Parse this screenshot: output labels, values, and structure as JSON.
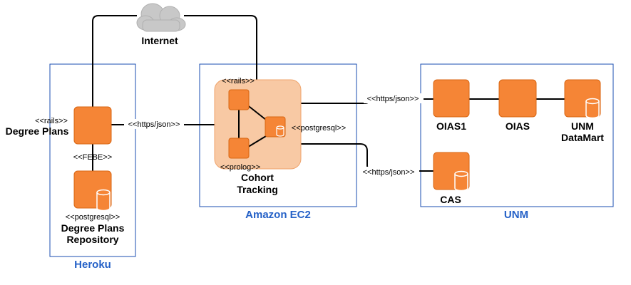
{
  "colors": {
    "node_fill": "#f58536",
    "node_stroke": "#d86613",
    "container_fill": "#f8c9a4",
    "container_stroke": "#efa46c",
    "group_border": "#1a4db2",
    "group_title": "#2561c7",
    "edge": "#000000",
    "cloud_fill": "#c8c8c8"
  },
  "groups": {
    "heroku": "Heroku",
    "ec2": "Amazon EC2",
    "unm": "UNM"
  },
  "internet": {
    "label": "Internet",
    "icon": "cloud-icon"
  },
  "nodes": {
    "degree_plans": {
      "stereotype": "<<rails>>",
      "label": "Degree Plans"
    },
    "febe": "<<FEBE>>",
    "degree_plans_repo": {
      "stereotype": "<<postgresql>>",
      "line1": "Degree Plans",
      "line2": "Repository",
      "icon": "database-icon"
    },
    "cohort": {
      "rails": "<<rails>>",
      "prolog": "<<prolog>>",
      "postgresql": "<<postgresql>>",
      "line1": "Cohort",
      "line2": "Tracking"
    },
    "oias1": "OIAS1",
    "oias": "OIAS",
    "datamart": {
      "line1": "UNM",
      "line2": "DataMart",
      "icon": "database-icon"
    },
    "cas": {
      "label": "CAS",
      "icon": "database-icon"
    }
  },
  "edges": {
    "heroku_to_ec2": "<<https/json>>",
    "ec2_to_oias1": "<<https/json>>",
    "ec2_to_cas": "<<https/json>>"
  }
}
